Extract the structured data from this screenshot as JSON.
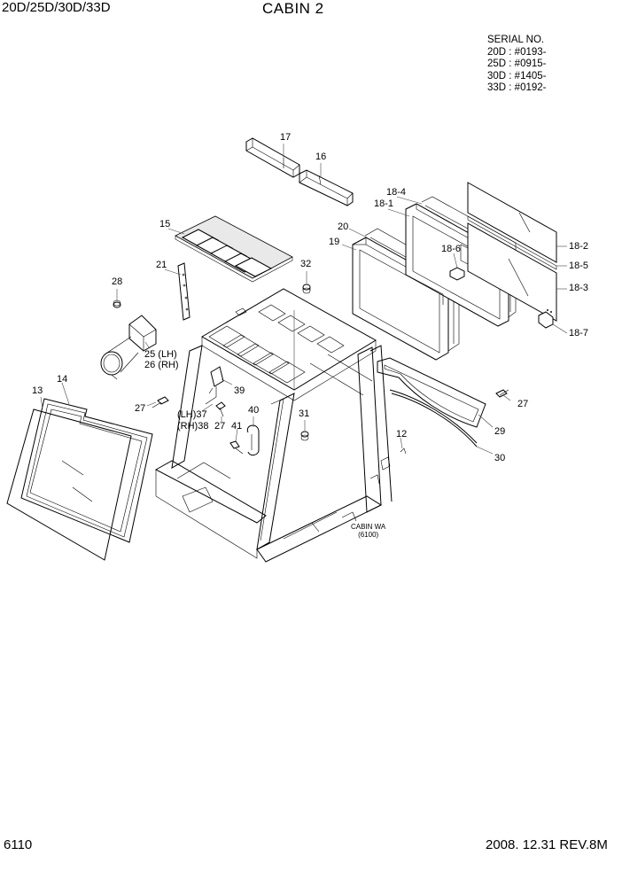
{
  "header": {
    "model": "20D/25D/30D/33D",
    "title": "CABIN 2"
  },
  "serial": {
    "heading": "SERIAL NO.",
    "lines": [
      "20D : #0193-",
      "25D : #0915-",
      "30D : #1405-",
      "33D : #0192-"
    ]
  },
  "callouts": {
    "c17": "17",
    "c16": "16",
    "c18_4": "18-4",
    "c18_1": "18-1",
    "c15": "15",
    "c20": "20",
    "c19": "19",
    "c18_6": "18-6",
    "c18_2": "18-2",
    "c18_5": "18-5",
    "c21": "21",
    "c32": "32",
    "c18_3": "18-3",
    "c28": "28",
    "c18_7": "18-7",
    "c25": "25 (LH)",
    "c26": "26 (RH)",
    "c13": "13",
    "c14": "14",
    "c39": "39",
    "c27a": "27",
    "c27b": "27",
    "c27c": "27",
    "c37": "(LH)37",
    "c38": "(RH)38",
    "c40": "40",
    "c41": "41",
    "c31": "31",
    "c29": "29",
    "c12": "12",
    "c30": "30"
  },
  "cabin_ref": {
    "line1": "CABIN WA",
    "line2": "(6100)"
  },
  "footer": {
    "page": "6110",
    "date_rev": "2008. 12.31  REV.8M"
  }
}
